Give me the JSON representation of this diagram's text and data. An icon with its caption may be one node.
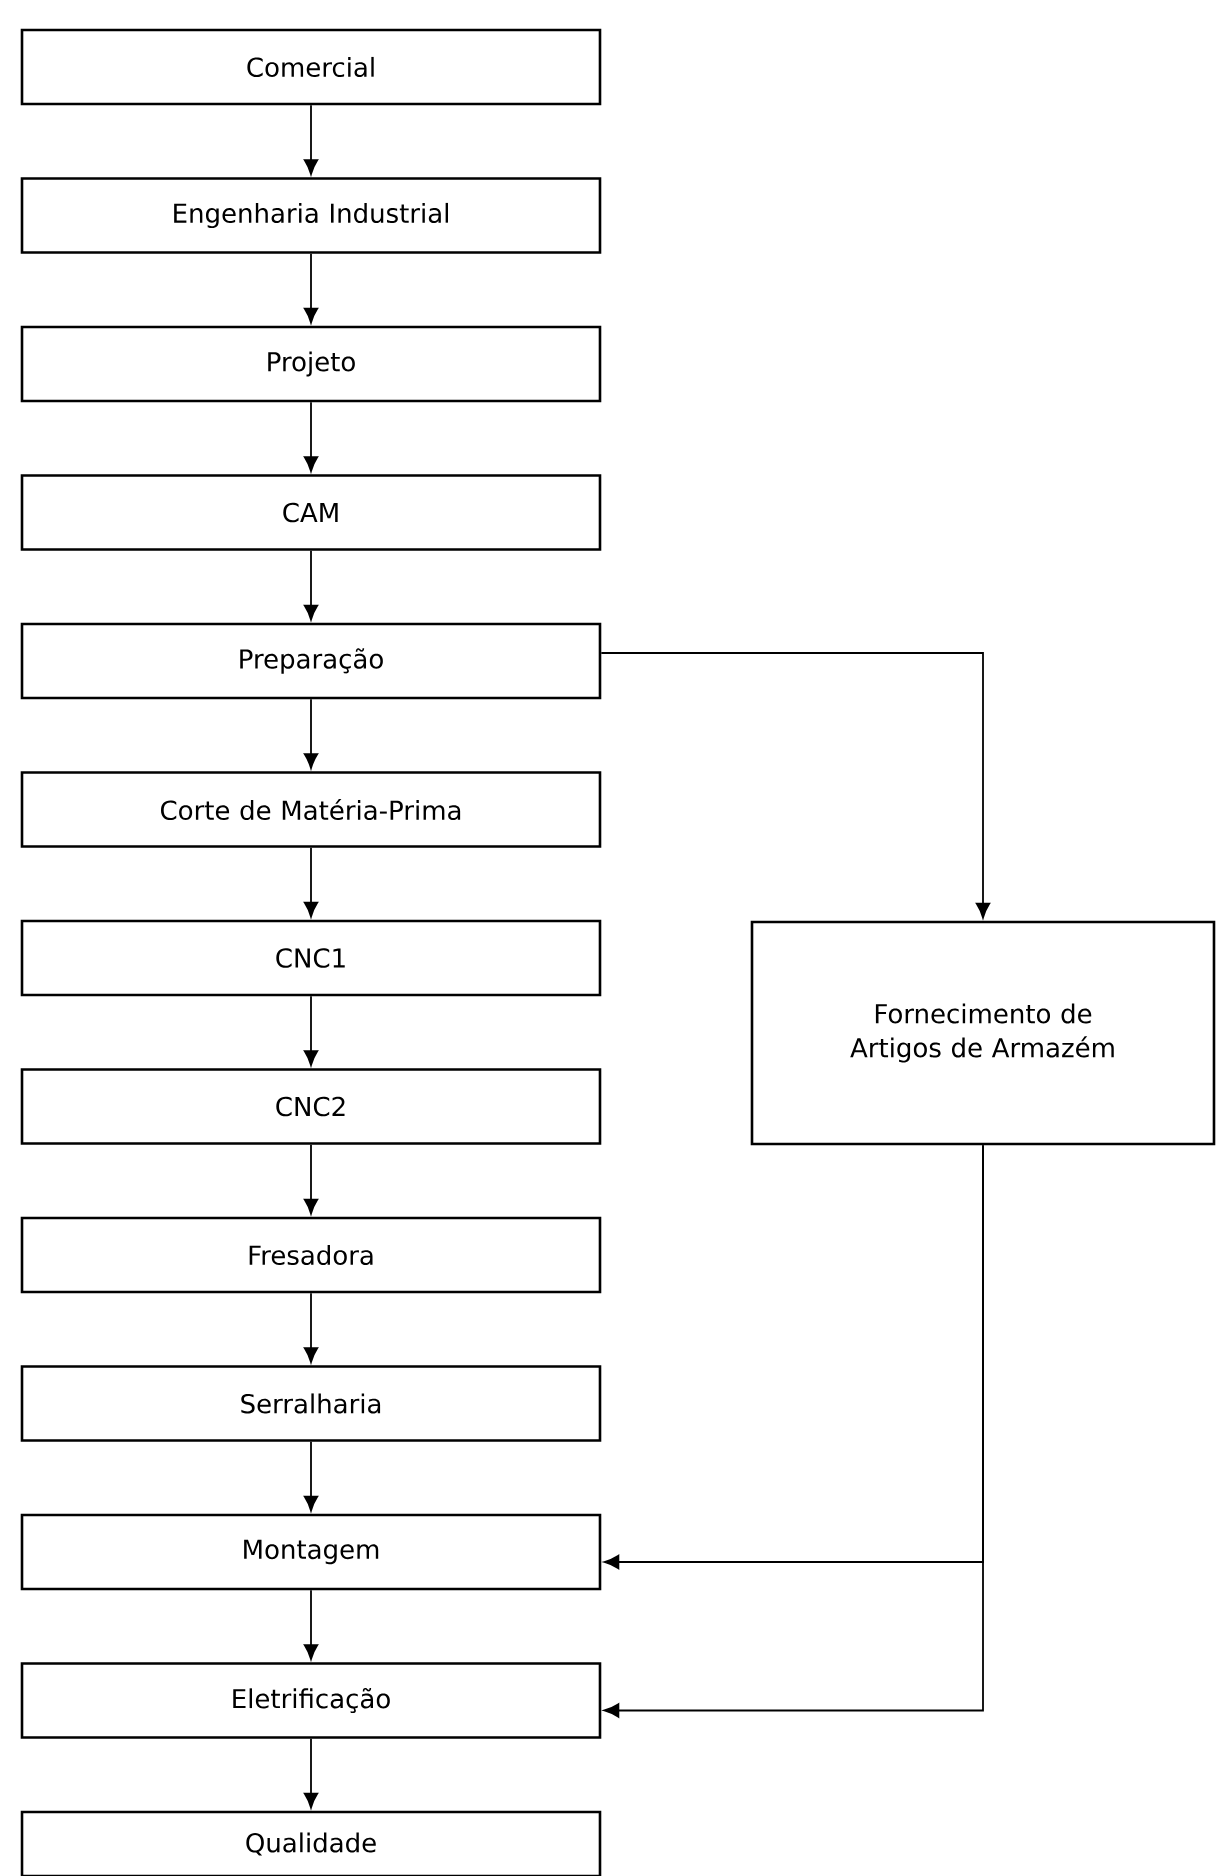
{
  "diagram": {
    "nodes": [
      {
        "text": [
          "Comercial"
        ]
      },
      {
        "text": [
          "Engenharia Industrial"
        ]
      },
      {
        "text": [
          "Projeto"
        ]
      },
      {
        "text": [
          "CAM"
        ]
      },
      {
        "text": [
          "Preparação"
        ]
      },
      {
        "text": [
          "Corte de Matéria-Prima"
        ]
      },
      {
        "text": [
          "CNC1"
        ]
      },
      {
        "text": [
          "CNC2"
        ]
      },
      {
        "text": [
          "Fresadora"
        ]
      },
      {
        "text": [
          "Serralharia"
        ]
      },
      {
        "text": [
          "Montagem"
        ]
      },
      {
        "text": [
          "Eletrificação"
        ]
      },
      {
        "text": [
          "Qualidade"
        ]
      },
      {
        "text": [
          "Fornecimento de Artigos de Armazém"
        ]
      }
    ],
    "edges": [
      {
        "from": 0,
        "to": 1,
        "arrow": "to"
      },
      {
        "from": 1,
        "to": 2,
        "arrow": "to"
      },
      {
        "from": 2,
        "to": 3,
        "arrow": "to"
      },
      {
        "from": 3,
        "to": 4,
        "arrow": "to"
      },
      {
        "from": 4,
        "to": 5,
        "arrow": "to"
      },
      {
        "from": 5,
        "to": 6,
        "arrow": "to"
      },
      {
        "from": 6,
        "to": 7,
        "arrow": "to"
      },
      {
        "from": 7,
        "to": 8,
        "arrow": "to"
      },
      {
        "from": 8,
        "to": 9,
        "arrow": "to"
      },
      {
        "from": 9,
        "to": 10,
        "arrow": "to"
      },
      {
        "from": 10,
        "to": 11,
        "arrow": "to"
      },
      {
        "from": 11,
        "to": 12,
        "arrow": "to"
      },
      {
        "from": 4,
        "to": 13,
        "arrow": "to"
      },
      {
        "from": 13,
        "to": 10,
        "arrow": "to"
      },
      {
        "from": 13,
        "to": 11,
        "arrow": "to"
      }
    ]
  }
}
